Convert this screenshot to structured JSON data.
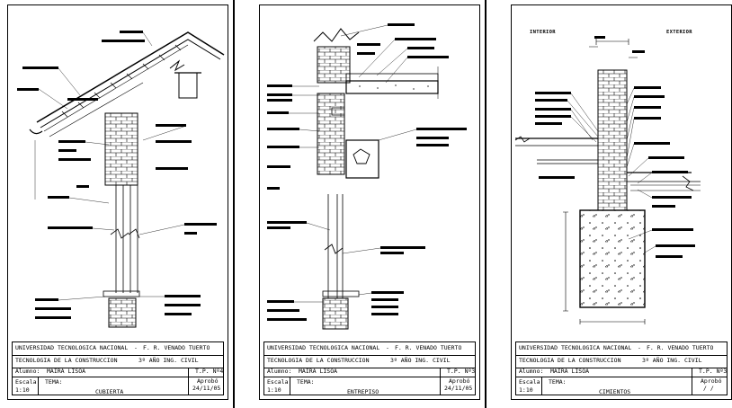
{
  "sheets": [
    {
      "alumno_label": "Alumno:",
      "alumno": "MAIRA LISOA",
      "tema_label": "TEMA:",
      "tema": "CUBIERTA",
      "tp": "T.P. Nº4",
      "aprobo": "Aprobó",
      "fecha": "24/11/05"
    },
    {
      "alumno_label": "Alumno:",
      "alumno": "MAIRA LISOA",
      "tema_label": "TEMA:",
      "tema": "ENTREPISO",
      "tp": "T.P. Nº3",
      "aprobo": "Aprobó",
      "fecha": "24/11/05"
    },
    {
      "alumno_label": "Alumno:",
      "alumno": "MAIRA LISOA",
      "tema_label": "TEMA:",
      "tema": "CIMIENTOS",
      "tp": "T.P. Nº3",
      "aprobo": "Aprobó",
      "fecha": "/ /"
    }
  ],
  "common": {
    "universidad": "UNIVERSIDAD TECNOLOGICA NACIONAL",
    "separador": "-",
    "facultad": "F. R. VENADO TUERTO",
    "materia": "TECNOLOGIA DE LA CONSTRUCCION",
    "curso": "3º AÑO ING. CIVIL",
    "escala_label": "Escala",
    "escala": "1:10"
  },
  "labels": {
    "interior": "INTERIOR",
    "exterior": "EXTERIOR"
  }
}
